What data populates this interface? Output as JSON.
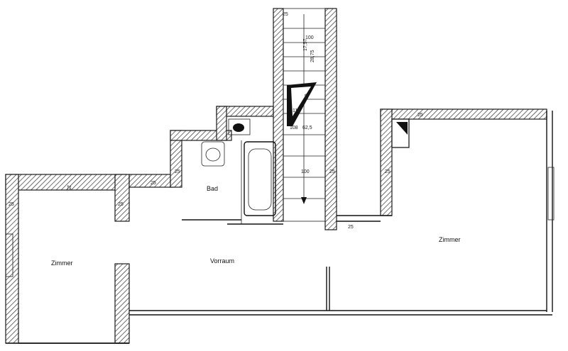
{
  "rooms": {
    "zimmer_left": "Zimmer",
    "vorraum": "Vorraum",
    "bad": "Bad",
    "zimmer_right": "Zimmer"
  },
  "dimensions": {
    "d25_a": "25",
    "d25_b": "25",
    "d25_c": "25",
    "d25_d": "25",
    "d25_e": "25",
    "d25_f": "25",
    "d25_g": "25",
    "d25_h": "25",
    "d25_i": "25",
    "d25_j": "25",
    "d100_top": "100",
    "d100_bottom": "100",
    "stair_a": "17,57",
    "stair_b": "28,75",
    "stair_c": "108",
    "stair_d": "62,5",
    "stair_e": "110",
    "stair_f": "70"
  }
}
